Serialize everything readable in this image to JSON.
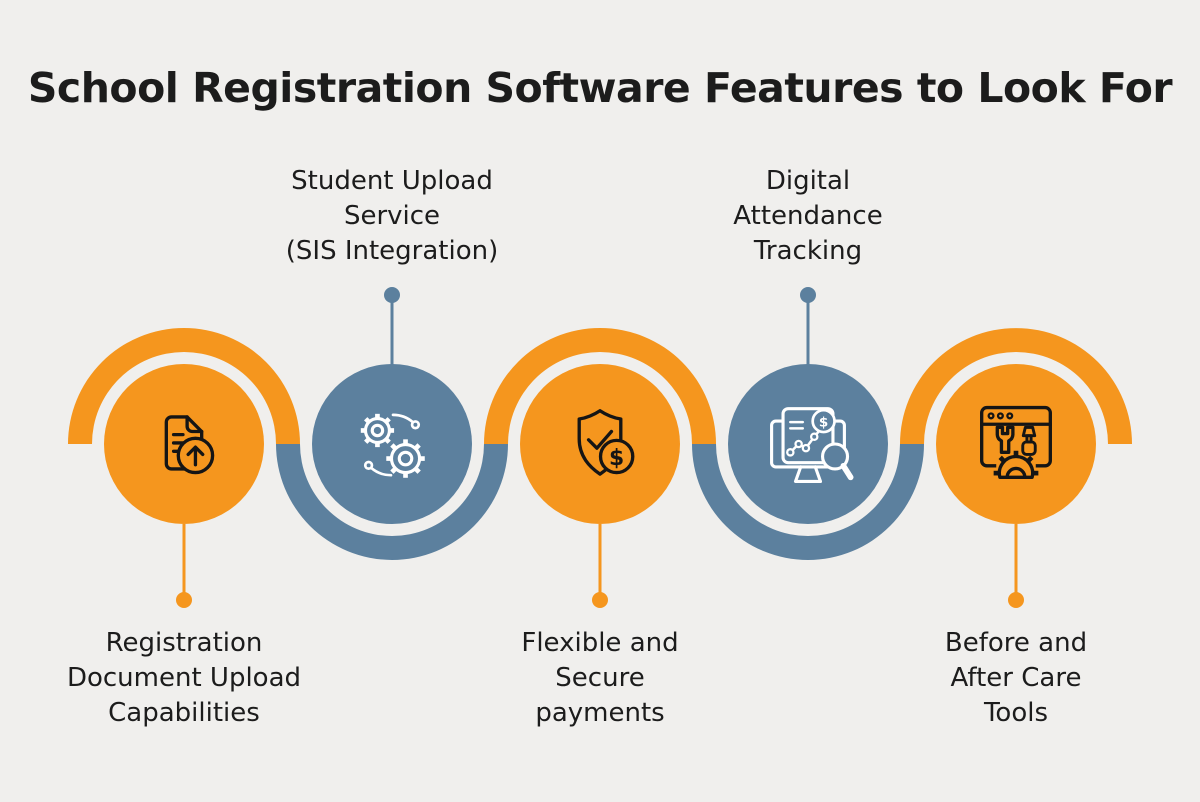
{
  "title": "School Registration Software Features to Look For",
  "colors": {
    "orange": "#F5961E",
    "blue": "#5C809E",
    "background": "#F0EFED",
    "text": "#1C1C1C",
    "icon_dark": "#151515",
    "icon_light": "#FFFFFF"
  },
  "icons": {
    "currency_symbol": "$"
  },
  "features": [
    {
      "id": "registration-document-upload",
      "icon": "document-upload-icon",
      "circle_color": "orange",
      "label_position": "below",
      "lines": [
        "Registration",
        "Document Upload",
        "Capabilities"
      ]
    },
    {
      "id": "student-upload-service",
      "icon": "integration-gears-icon",
      "circle_color": "blue",
      "label_position": "above",
      "lines": [
        "Student Upload",
        "Service",
        "(SIS Integration)"
      ]
    },
    {
      "id": "flexible-secure-payments",
      "icon": "secure-payment-shield-icon",
      "circle_color": "orange",
      "label_position": "below",
      "lines": [
        "Flexible and",
        "Secure",
        "payments"
      ]
    },
    {
      "id": "digital-attendance-tracking",
      "icon": "attendance-analytics-icon",
      "circle_color": "blue",
      "label_position": "above",
      "lines": [
        "Digital",
        "Attendance",
        "Tracking"
      ]
    },
    {
      "id": "before-after-care-tools",
      "icon": "browser-tools-icon",
      "circle_color": "orange",
      "label_position": "below",
      "lines": [
        "Before and",
        "After Care",
        "Tools"
      ]
    }
  ]
}
